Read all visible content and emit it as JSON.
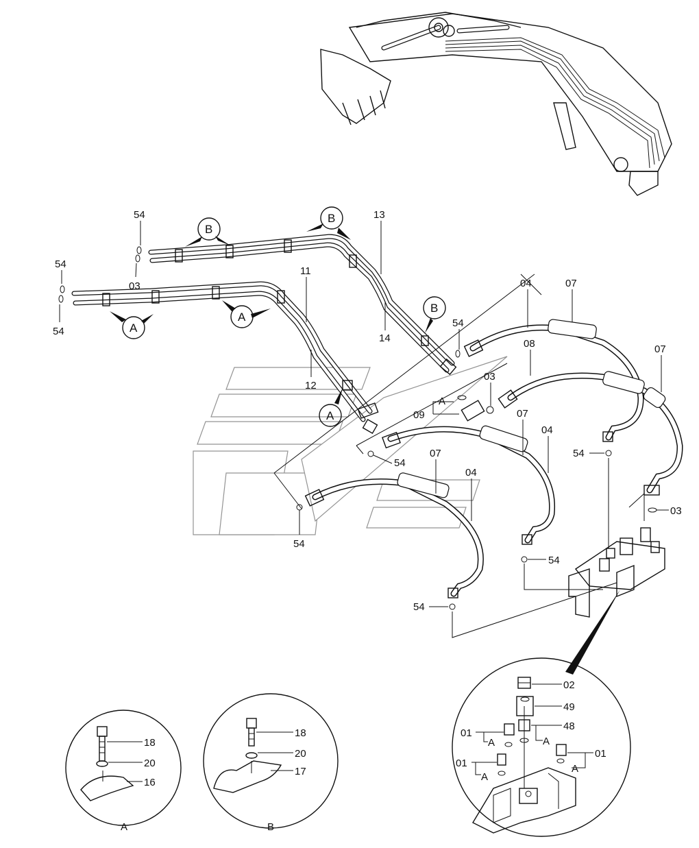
{
  "diagram": {
    "pipe_labels": {
      "p13": "13",
      "p14": "14",
      "p11": "11",
      "p12": "12",
      "p03_top": "03",
      "p54_a": "54",
      "p54_b": "54",
      "p54_c": "54"
    },
    "callouts": {
      "b1": "B",
      "b2": "B",
      "b3": "B",
      "a1": "A",
      "a2": "A",
      "a3": "A"
    },
    "hose_labels": {
      "h04_top": "04",
      "h07_top": "07",
      "h08": "08",
      "h07_right": "07",
      "h03_mid": "03",
      "h09": "09",
      "h09_a": "A",
      "h54_mid": "54",
      "h07_mid": "07",
      "h04_mid": "04",
      "h07_low": "07",
      "h04_low": "04",
      "h54_low": "54",
      "h54_r1": "54",
      "h54_topright": "54",
      "h03_right": "03",
      "h54_valve": "54",
      "h54_bottom": "54"
    },
    "detail_a": {
      "bolt": "18",
      "washer": "20",
      "clamp": "16",
      "caption": "A"
    },
    "detail_b": {
      "bolt": "18",
      "washer": "20",
      "clamp": "17",
      "caption": "B"
    },
    "detail_valve": {
      "p02": "02",
      "p49": "49",
      "p48": "48",
      "p01_l": "01",
      "p01_ll": "01",
      "p01_r": "01",
      "a1": "A",
      "a2": "A",
      "a3": "A",
      "a4": "A"
    }
  }
}
